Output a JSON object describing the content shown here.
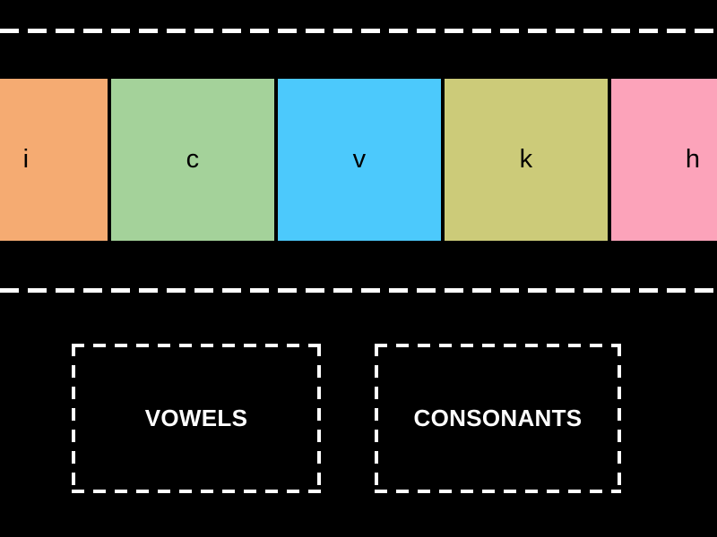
{
  "background_color": "#000000",
  "tray": {
    "name": "letter-tile-tray",
    "separator_color": "#ffffff",
    "tiles": [
      {
        "letter": "i",
        "color": "#f5ab72",
        "clipped": "left"
      },
      {
        "letter": "c",
        "color": "#a4d29a",
        "clipped": "none"
      },
      {
        "letter": "v",
        "color": "#4cc9fc",
        "clipped": "none"
      },
      {
        "letter": "k",
        "color": "#cccb79",
        "clipped": "none"
      },
      {
        "letter": "h",
        "color": "#fca3ba",
        "clipped": "right"
      }
    ]
  },
  "dropzones": [
    {
      "label": "VOWELS",
      "id": "vowels"
    },
    {
      "label": "CONSONANTS",
      "id": "consonants"
    }
  ]
}
